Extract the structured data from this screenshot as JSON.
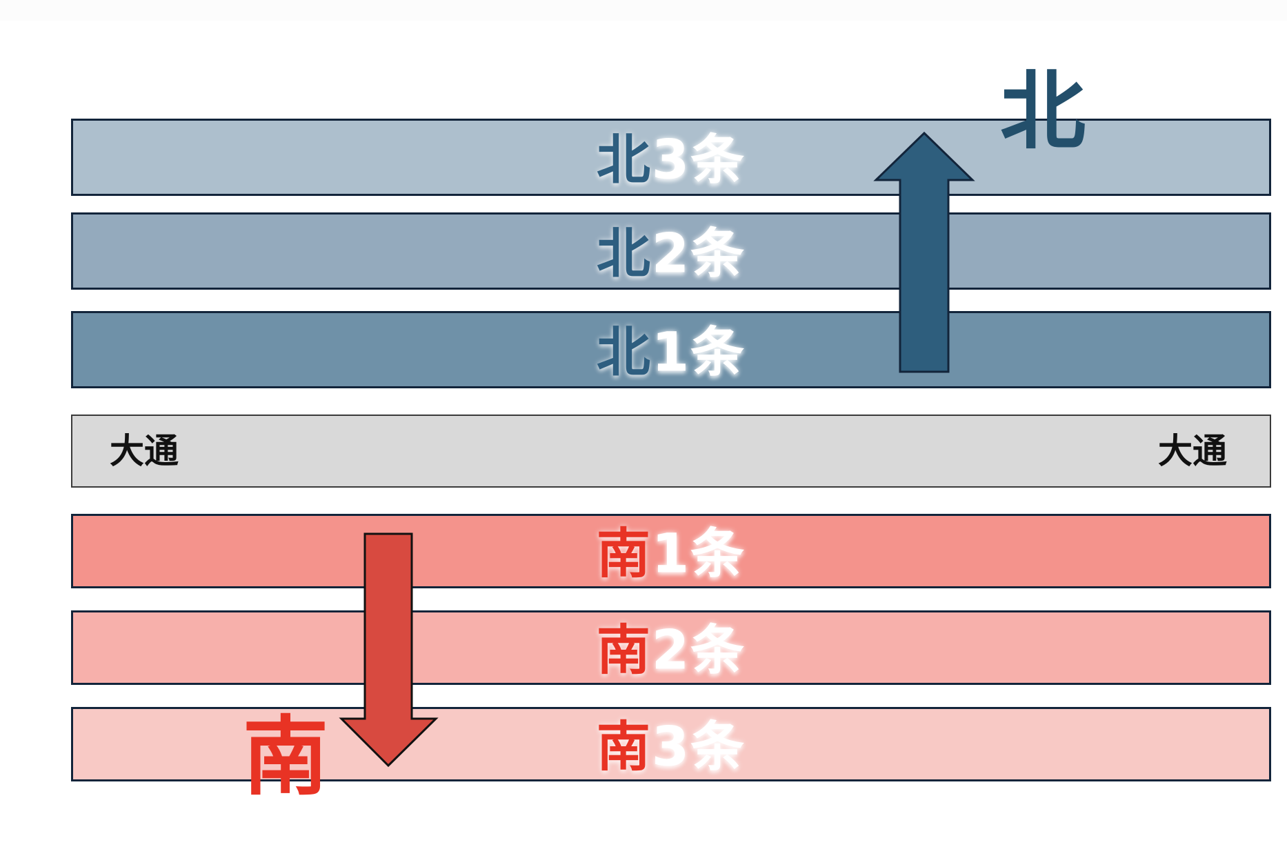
{
  "colors": {
    "north_text": "#2e5e80",
    "north_arrow": "#2e5e7d",
    "south_text": "#e83324",
    "south_arrow": "#d84a40",
    "bar_border": "#12243a",
    "odori_fill": "#d9d9d9"
  },
  "north_bars": [
    {
      "dir": "北",
      "num": "3",
      "jo": "条",
      "fill": "#adbfcd"
    },
    {
      "dir": "北",
      "num": "2",
      "jo": "条",
      "fill": "#94aabd"
    },
    {
      "dir": "北",
      "num": "1",
      "jo": "条",
      "fill": "#6f91a8"
    }
  ],
  "odori": {
    "left_label": "大通",
    "right_label": "大通"
  },
  "south_bars": [
    {
      "dir": "南",
      "num": "1",
      "jo": "条",
      "fill": "#f4938c"
    },
    {
      "dir": "南",
      "num": "2",
      "jo": "条",
      "fill": "#f7b0ab"
    },
    {
      "dir": "南",
      "num": "3",
      "jo": "条",
      "fill": "#f8c9c5"
    }
  ],
  "compass": {
    "north_label": "北",
    "south_label": "南"
  },
  "icons": {
    "north_arrow": "arrow-up",
    "south_arrow": "arrow-down"
  }
}
